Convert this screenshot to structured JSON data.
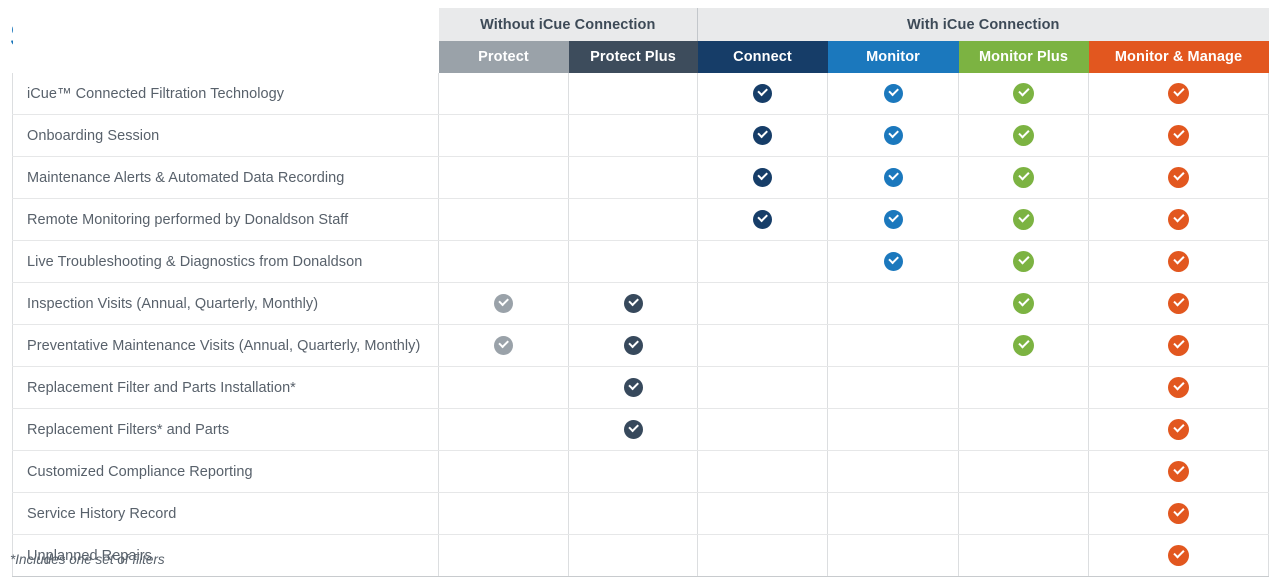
{
  "page": {
    "title": "Service Plans",
    "footnote": "*Includes one set of filters"
  },
  "colors": {
    "title_blue": "#1573b9",
    "group_header_bg": "#e9eaeb",
    "group_header_text": "#3d4a57",
    "protect": "#9aa2a9",
    "protect_plus": "#3d4c5c",
    "connect": "#163d68",
    "monitor": "#1b78bd",
    "monitor_plus": "#7cb342",
    "monitor_manage": "#e2571f",
    "row_border": "#e6e7e8",
    "col_border": "#dcdee0",
    "feature_text": "#58616b"
  },
  "table": {
    "groups": [
      {
        "label": "",
        "span": 1,
        "kind": "spacer"
      },
      {
        "label": "Without iCue Connection",
        "span": 2,
        "kind": "group"
      },
      {
        "label": "With iCue Connection",
        "span": 4,
        "kind": "group"
      }
    ],
    "feature_column_header": "",
    "plans": [
      {
        "id": "protect",
        "label": "Protect",
        "bg": "#9aa2a9",
        "check_color": "#9aa2a9"
      },
      {
        "id": "protect-plus",
        "label": "Protect Plus",
        "bg": "#3d4c5c",
        "check_color": "#37495c"
      },
      {
        "id": "connect",
        "label": "Connect",
        "bg": "#163d68",
        "check_color": "#163d68"
      },
      {
        "id": "monitor",
        "label": "Monitor",
        "bg": "#1b78bd",
        "check_color": "#1b78bd"
      },
      {
        "id": "monitor-plus",
        "label": "Monitor Plus",
        "bg": "#7cb342",
        "check_color": "#7cb342"
      },
      {
        "id": "monitor-manage",
        "label": "Monitor & Manage",
        "bg": "#e2571f",
        "check_color": "#e2571f"
      }
    ],
    "rows": [
      {
        "feature": "iCue™ Connected Filtration Technology",
        "marks": [
          false,
          false,
          true,
          true,
          true,
          true
        ]
      },
      {
        "feature": "Onboarding Session",
        "marks": [
          false,
          false,
          true,
          true,
          true,
          true
        ]
      },
      {
        "feature": "Maintenance Alerts & Automated Data Recording",
        "marks": [
          false,
          false,
          true,
          true,
          true,
          true
        ]
      },
      {
        "feature": "Remote Monitoring performed by Donaldson Staff",
        "marks": [
          false,
          false,
          true,
          true,
          true,
          true
        ]
      },
      {
        "feature": "Live Troubleshooting & Diagnostics from Donaldson",
        "marks": [
          false,
          false,
          false,
          true,
          true,
          true
        ]
      },
      {
        "feature": "Inspection Visits (Annual, Quarterly, Monthly)",
        "marks": [
          true,
          true,
          false,
          false,
          true,
          true
        ]
      },
      {
        "feature": "Preventative Maintenance Visits (Annual, Quarterly, Monthly)",
        "marks": [
          true,
          true,
          false,
          false,
          true,
          true
        ]
      },
      {
        "feature": "Replacement Filter and Parts Installation*",
        "marks": [
          false,
          true,
          false,
          false,
          false,
          true
        ]
      },
      {
        "feature": "Replacement Filters* and Parts",
        "marks": [
          false,
          true,
          false,
          false,
          false,
          true
        ]
      },
      {
        "feature": "Customized Compliance Reporting",
        "marks": [
          false,
          false,
          false,
          false,
          false,
          true
        ]
      },
      {
        "feature": "Service History Record",
        "marks": [
          false,
          false,
          false,
          false,
          false,
          true
        ]
      },
      {
        "feature": "Unplanned Repairs",
        "marks": [
          false,
          false,
          false,
          false,
          false,
          true
        ]
      }
    ]
  }
}
